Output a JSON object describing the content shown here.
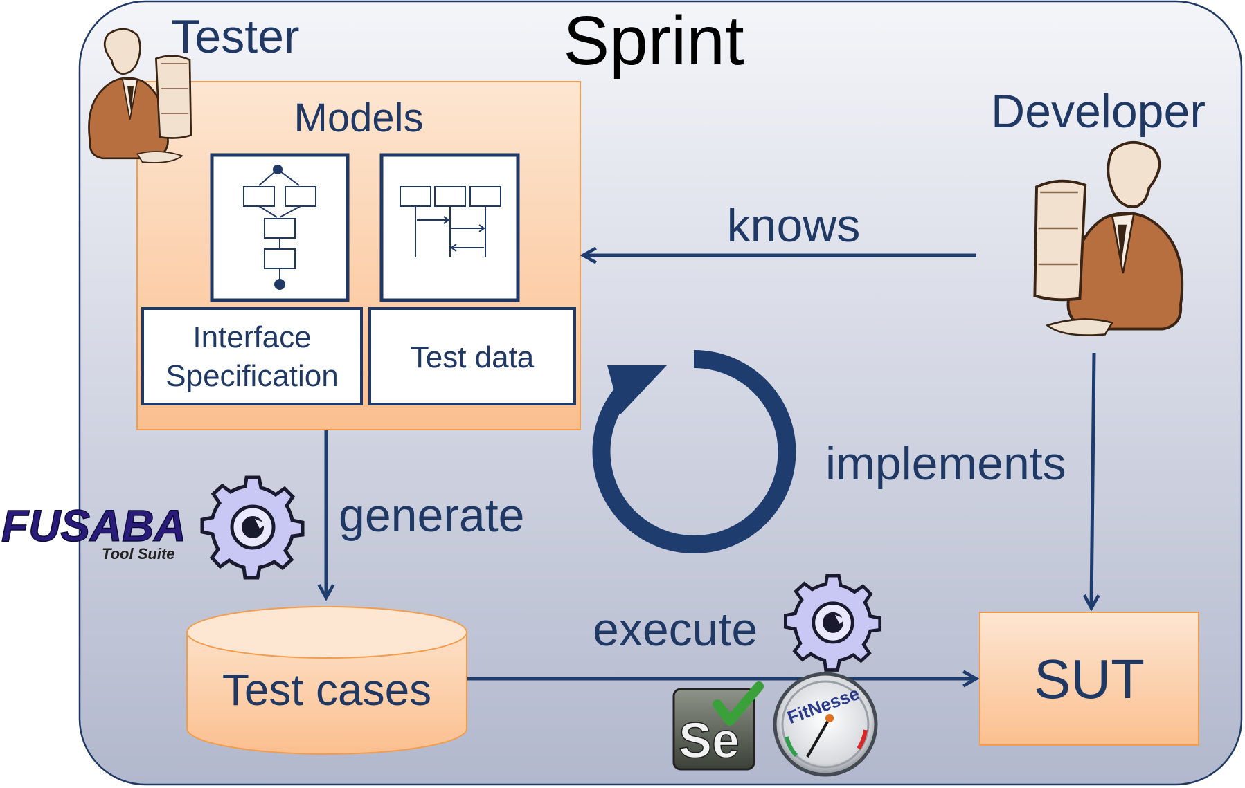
{
  "title": "Sprint",
  "roles": {
    "tester": "Tester",
    "developer": "Developer"
  },
  "models": {
    "heading": "Models",
    "interface_spec_line1": "Interface",
    "interface_spec_line2": "Specification",
    "test_data": "Test data"
  },
  "edges": {
    "knows": "knows",
    "generate": "generate",
    "implements": "implements",
    "execute": "execute"
  },
  "nodes": {
    "test_cases": "Test cases",
    "sut": "SUT"
  },
  "tools": {
    "fusaba_logo": "FUSABA",
    "fusaba_sub": "Tool Suite",
    "selenium": "Se",
    "fitnesse": "FitNesse"
  },
  "colors": {
    "frame_top": "#f4f5f9",
    "frame_bottom": "#b2b8cd",
    "orange_top": "#fde6d2",
    "orange_bottom": "#fbbf8f",
    "arrow": "#1f3c6e",
    "text_navy": "#1f3864",
    "gear": "#c9c8f4"
  }
}
